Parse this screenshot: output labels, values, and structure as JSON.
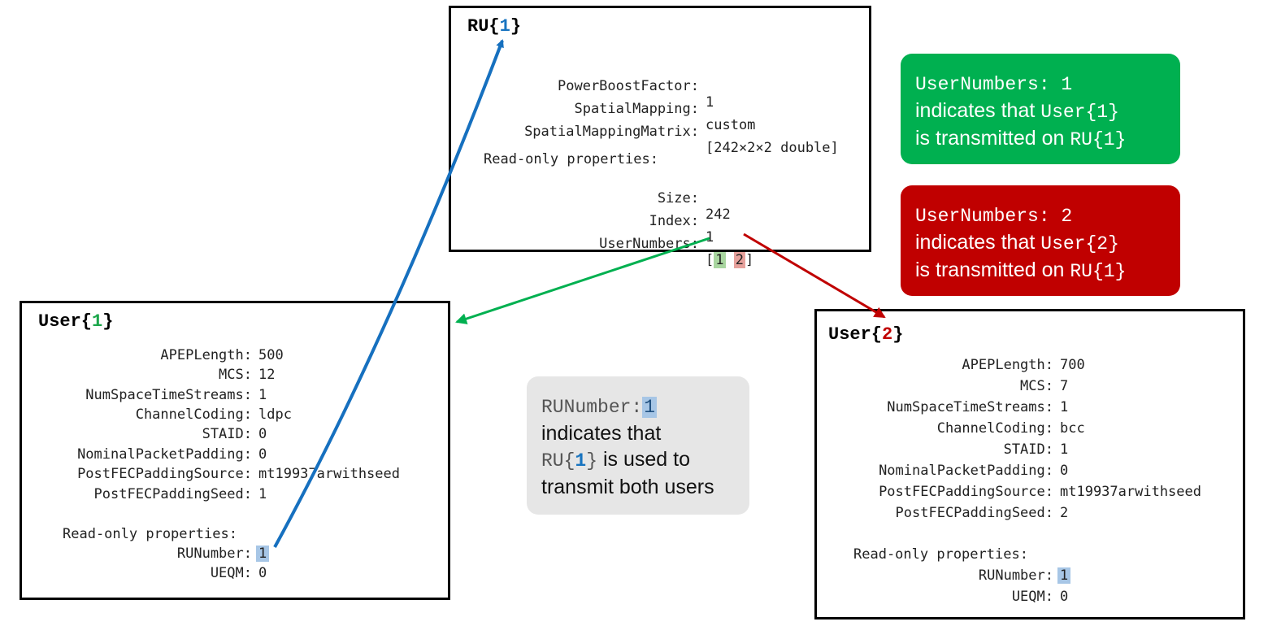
{
  "ru_panel": {
    "title_prefix": "RU{",
    "title_num": "1",
    "title_suffix": "}",
    "props": [
      {
        "key": "PowerBoostFactor:",
        "value": "1"
      },
      {
        "key": "SpatialMapping:",
        "value": "custom"
      },
      {
        "key": "SpatialMappingMatrix:",
        "value": "[242×2×2 double]"
      }
    ],
    "readonly_header": "Read-only properties:",
    "readonly_props": [
      {
        "key": "Size:",
        "value": "242"
      },
      {
        "key": "Index:",
        "value": "1"
      }
    ],
    "usernumbers_key": "UserNumbers:",
    "usernumbers_open": "[",
    "usernumbers_v1": "1",
    "usernumbers_v2": "2",
    "usernumbers_close": "]"
  },
  "user1_panel": {
    "title_prefix": "User{",
    "title_num": "1",
    "title_suffix": "}",
    "props": [
      {
        "key": "APEPLength:",
        "value": "500"
      },
      {
        "key": "MCS:",
        "value": "12"
      },
      {
        "key": "NumSpaceTimeStreams:",
        "value": "1"
      },
      {
        "key": "ChannelCoding:",
        "value": "ldpc"
      },
      {
        "key": "STAID:",
        "value": "0"
      },
      {
        "key": "NominalPacketPadding:",
        "value": "0"
      },
      {
        "key": "PostFECPaddingSource:",
        "value": "mt19937arwithseed"
      },
      {
        "key": "PostFECPaddingSeed:",
        "value": "1"
      }
    ],
    "readonly_header": "Read-only properties:",
    "runumber_key": "RUNumber:",
    "runumber_value": "1",
    "ueqm_key": "UEQM:",
    "ueqm_value": "0"
  },
  "user2_panel": {
    "title_prefix": "User{",
    "title_num": "2",
    "title_suffix": "}",
    "props": [
      {
        "key": "APEPLength:",
        "value": "700"
      },
      {
        "key": "MCS:",
        "value": "7"
      },
      {
        "key": "NumSpaceTimeStreams:",
        "value": "1"
      },
      {
        "key": "ChannelCoding:",
        "value": "bcc"
      },
      {
        "key": "STAID:",
        "value": "1"
      },
      {
        "key": "NominalPacketPadding:",
        "value": "0"
      },
      {
        "key": "PostFECPaddingSource:",
        "value": "mt19937arwithseed"
      },
      {
        "key": "PostFECPaddingSeed:",
        "value": "2"
      }
    ],
    "readonly_header": "Read-only properties:",
    "runumber_key": "RUNumber:",
    "runumber_value": "1",
    "ueqm_key": "UEQM:",
    "ueqm_value": "0"
  },
  "callout_green": {
    "line1": "UserNumbers: 1",
    "line2": "indicates that ",
    "line2_code": "User{1}",
    "line3": "is transmitted on ",
    "line3_code": "RU{1}"
  },
  "callout_red": {
    "line1": "UserNumbers: 2",
    "line2": "indicates that ",
    "line2_code": "User{2}",
    "line3": "is transmitted on ",
    "line3_code": "RU{1}"
  },
  "callout_grey": {
    "line1_code": "RUNumber:",
    "line1_num": "1",
    "line2": "indicates that",
    "line3_code_a": "RU{",
    "line3_num": "1",
    "line3_code_b": "}",
    "line3_text": " is used to",
    "line4": "transmit both users"
  },
  "colors": {
    "blue_arrow": "#1670bf",
    "green_arrow": "#00b050",
    "red_arrow": "#c00000",
    "green_callout": "#00b050",
    "red_callout": "#c00000",
    "grey_callout": "#e6e6e6"
  }
}
